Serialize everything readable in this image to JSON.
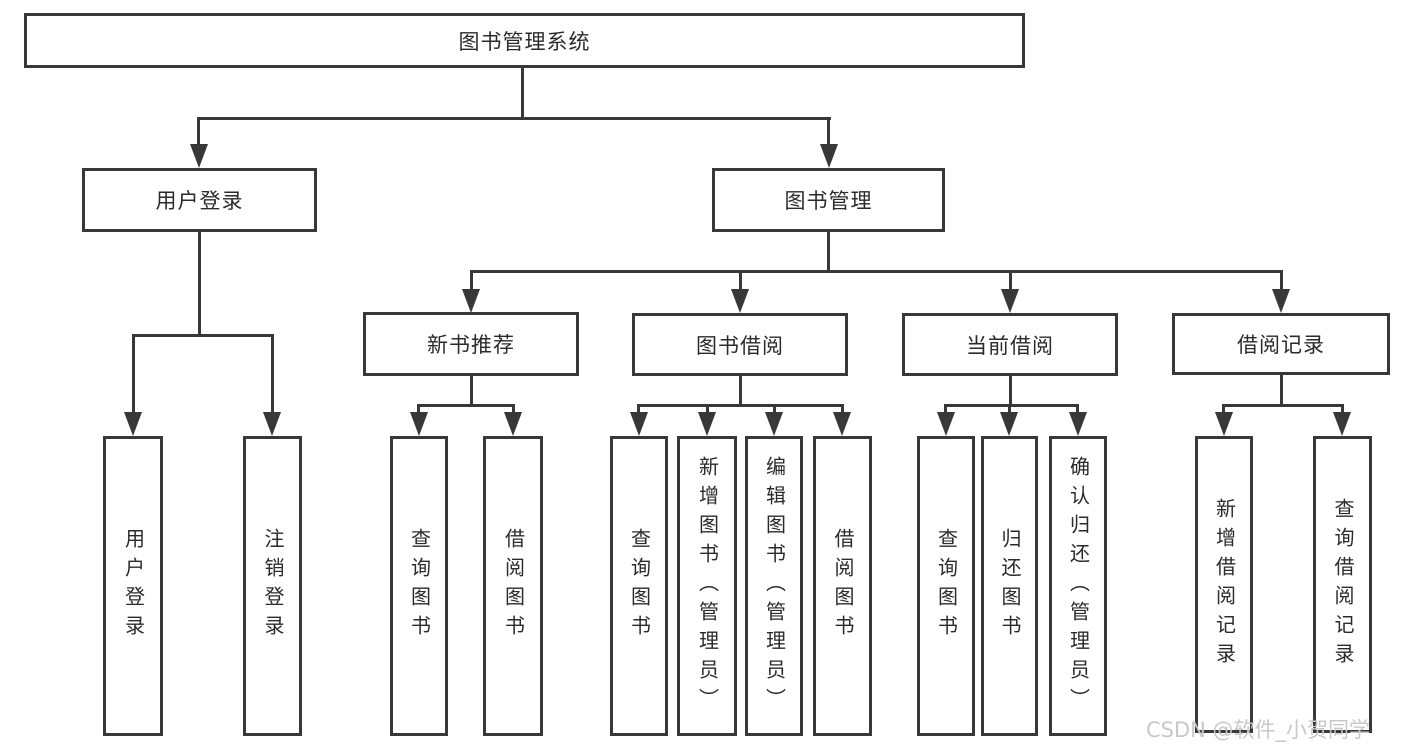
{
  "diagram": {
    "root": {
      "label": "图书管理系统",
      "children": [
        {
          "label": "用户登录",
          "children": [
            {
              "label": "用户登录"
            },
            {
              "label": "注销登录"
            }
          ]
        },
        {
          "label": "图书管理",
          "children": [
            {
              "label": "新书推荐",
              "children": [
                {
                  "label": "查询图书"
                },
                {
                  "label": "借阅图书"
                }
              ]
            },
            {
              "label": "图书借阅",
              "children": [
                {
                  "label": "查询图书"
                },
                {
                  "label": "新增图书（管理员）"
                },
                {
                  "label": "编辑图书（管理员）"
                },
                {
                  "label": "借阅图书"
                }
              ]
            },
            {
              "label": "当前借阅",
              "children": [
                {
                  "label": "查询图书"
                },
                {
                  "label": "归还图书"
                },
                {
                  "label": "确认归还（管理员）"
                }
              ]
            },
            {
              "label": "借阅记录",
              "children": [
                {
                  "label": "新增借阅记录"
                },
                {
                  "label": "查询借阅记录"
                }
              ]
            }
          ]
        }
      ]
    }
  },
  "watermark": {
    "text": "CSDN @软件_小贺同学"
  },
  "colors": {
    "line": "#383838",
    "text": "#2b2b2b",
    "background": "#ffffff",
    "watermark": "#c8c8c8"
  }
}
